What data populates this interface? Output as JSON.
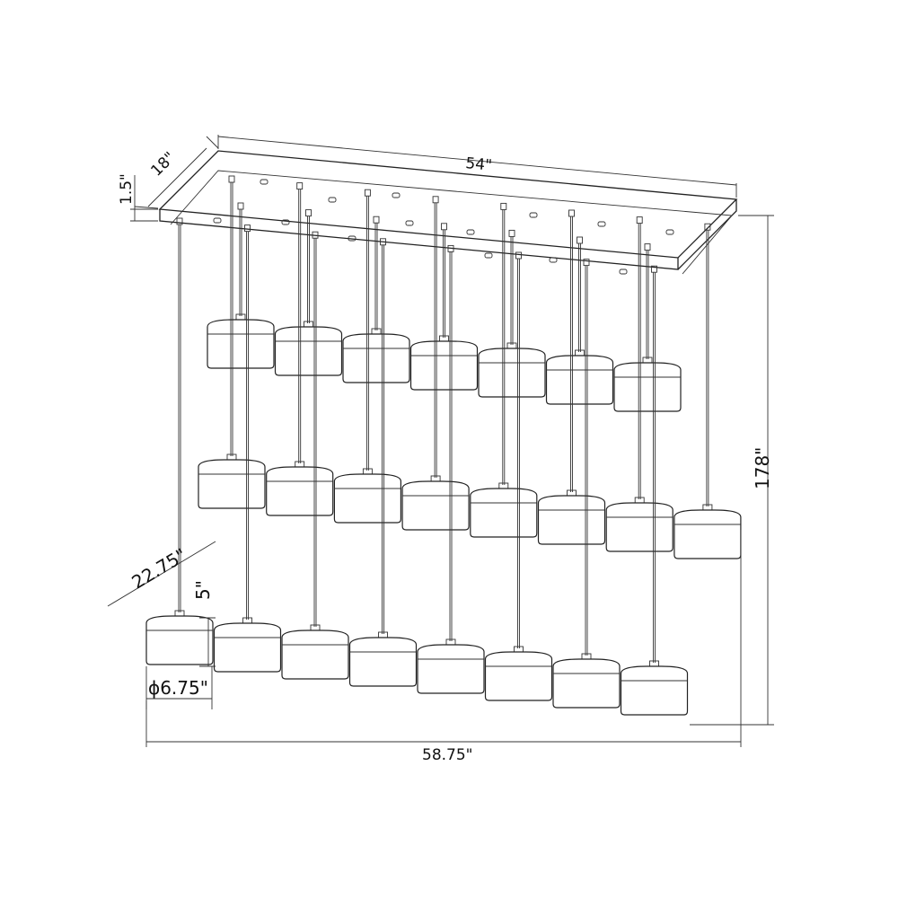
{
  "dimensions": {
    "width_top": "54\"",
    "depth_top": "18\"",
    "canopy_height": "1.5\"",
    "overall_height": "178\"",
    "diagonal_spread": "22.75\"",
    "shade_height": "5\"",
    "shade_diameter": "ϕ6.75\"",
    "overall_width": "58.75\""
  },
  "fixture": {
    "pendant_rows": 3,
    "pendants_per_row": [
      7,
      8,
      8
    ]
  }
}
